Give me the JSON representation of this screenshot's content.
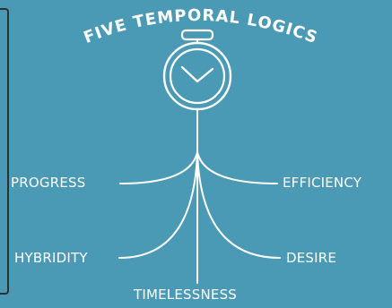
{
  "diagram": {
    "title": "FIVE TEMPORAL LOGICS",
    "branches": {
      "progress": "PROGRESS",
      "efficiency": "EFFICIENCY",
      "hybridity": "HYBRIDITY",
      "desire": "DESIRE",
      "timelessness": "TIMELESSNESS"
    },
    "colors": {
      "background": "#4a9ab5",
      "foreground": "#ffffff",
      "frame": "#2b3038"
    }
  }
}
